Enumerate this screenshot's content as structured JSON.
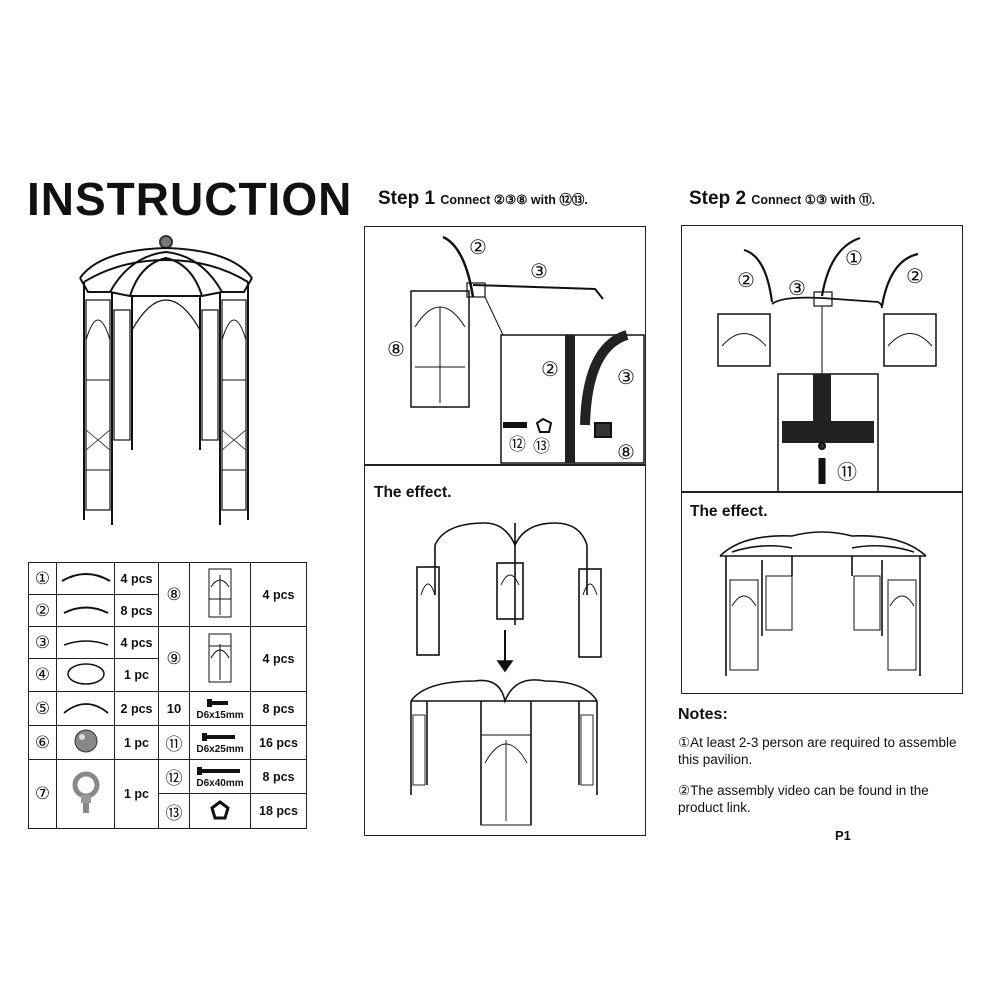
{
  "title": "INSTRUCTION",
  "step1": {
    "heading": "Step 1",
    "instruction": "Connect ②③⑧ with ⑫⑬.",
    "effect_label": "The effect.",
    "labels": [
      "②",
      "③",
      "⑧",
      "②",
      "③",
      "⑫",
      "⑬",
      "⑧"
    ]
  },
  "step2": {
    "heading": "Step 2",
    "instruction": "Connect ①③ with ⑪.",
    "effect_label": "The effect.",
    "labels": [
      "②",
      "③",
      "①",
      "②",
      "⑪"
    ]
  },
  "parts_left": [
    {
      "num": "①",
      "icon": "long-arc-icon",
      "qty": "4 pcs"
    },
    {
      "num": "②",
      "icon": "arc-icon",
      "qty": "8 pcs"
    },
    {
      "num": "③",
      "icon": "flat-arc-icon",
      "qty": "4 pcs"
    },
    {
      "num": "④",
      "icon": "ring-icon",
      "qty": "1 pc"
    },
    {
      "num": "⑤",
      "icon": "half-arc-icon",
      "qty": "2 pcs"
    },
    {
      "num": "⑥",
      "icon": "ball-finial-icon",
      "qty": "1 pc"
    },
    {
      "num": "⑦",
      "icon": "eye-bolt-icon",
      "qty": "1 pc"
    }
  ],
  "parts_right": [
    {
      "num": "⑧",
      "icon": "gate-panel-icon",
      "qty": "4 pcs"
    },
    {
      "num": "⑨",
      "icon": "side-panel-icon",
      "qty": "4 pcs"
    },
    {
      "num": "10",
      "icon": "screw-icon",
      "code": "D6x15mm",
      "qty": "8 pcs"
    },
    {
      "num": "⑪",
      "icon": "screw-icon",
      "code": "D6x25mm",
      "qty": "16 pcs"
    },
    {
      "num": "⑫",
      "icon": "screw-icon",
      "code": "D6x40mm",
      "qty": "8 pcs"
    },
    {
      "num": "⑬",
      "icon": "nut-icon",
      "qty": "18 pcs"
    }
  ],
  "notes": {
    "heading": "Notes:",
    "items": [
      "①At least 2-3 person are required to assemble this pavilion.",
      "②The assembly video can be found in the product link."
    ]
  },
  "page": "P1"
}
